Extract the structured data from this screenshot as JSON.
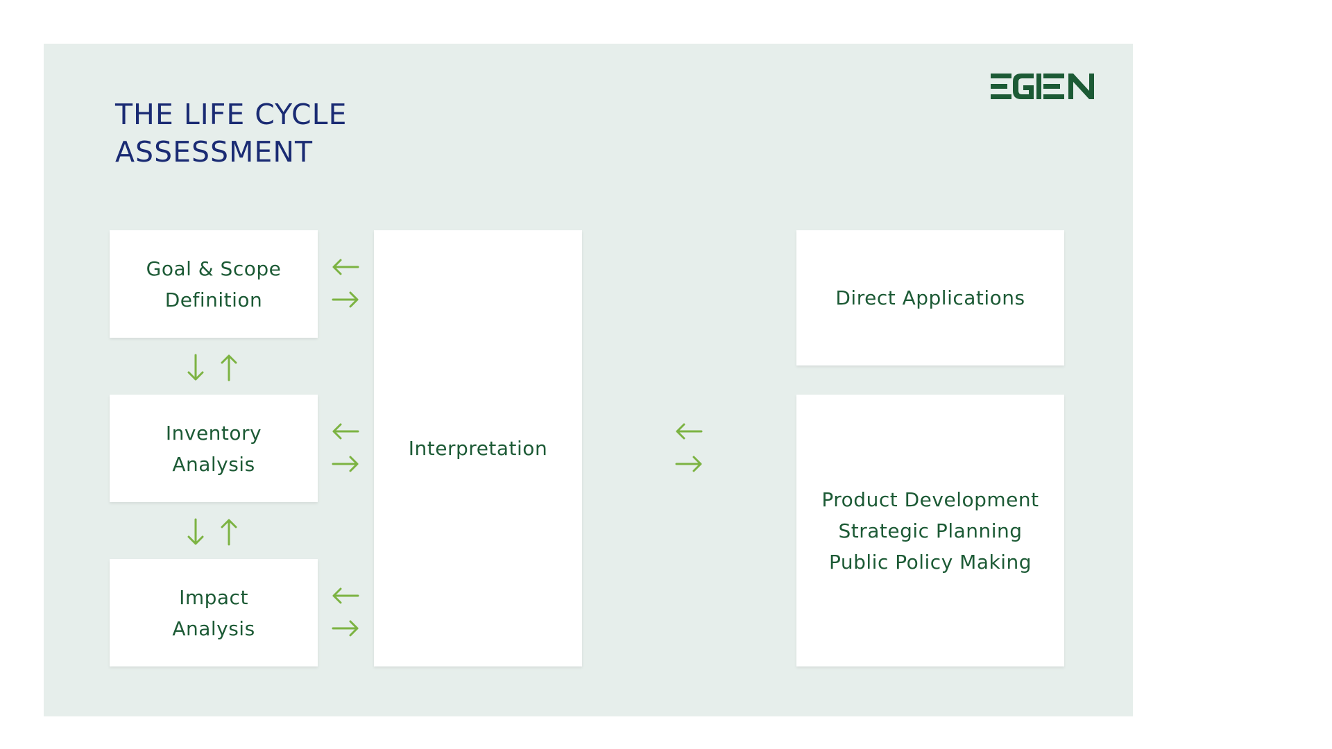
{
  "title": {
    "line1": "THE LIFE CYCLE",
    "line2": "ASSESSMENT"
  },
  "logo": {
    "text": "EGEN",
    "color": "#1c5a35"
  },
  "colors": {
    "background_panel": "#e6eeeb",
    "title": "#1a2b73",
    "box_text": "#1c5a35",
    "arrow": "#7cb342"
  },
  "stages": [
    {
      "line1": "Goal & Scope",
      "line2": "Definition"
    },
    {
      "line1": "Inventory",
      "line2": "Analysis"
    },
    {
      "line1": "Impact",
      "line2": "Analysis"
    }
  ],
  "interpretation": {
    "label": "Interpretation"
  },
  "applications": {
    "direct_label": "Direct Applications",
    "uses": [
      "Product Development",
      "Strategic Planning",
      "Public Policy Making"
    ]
  }
}
